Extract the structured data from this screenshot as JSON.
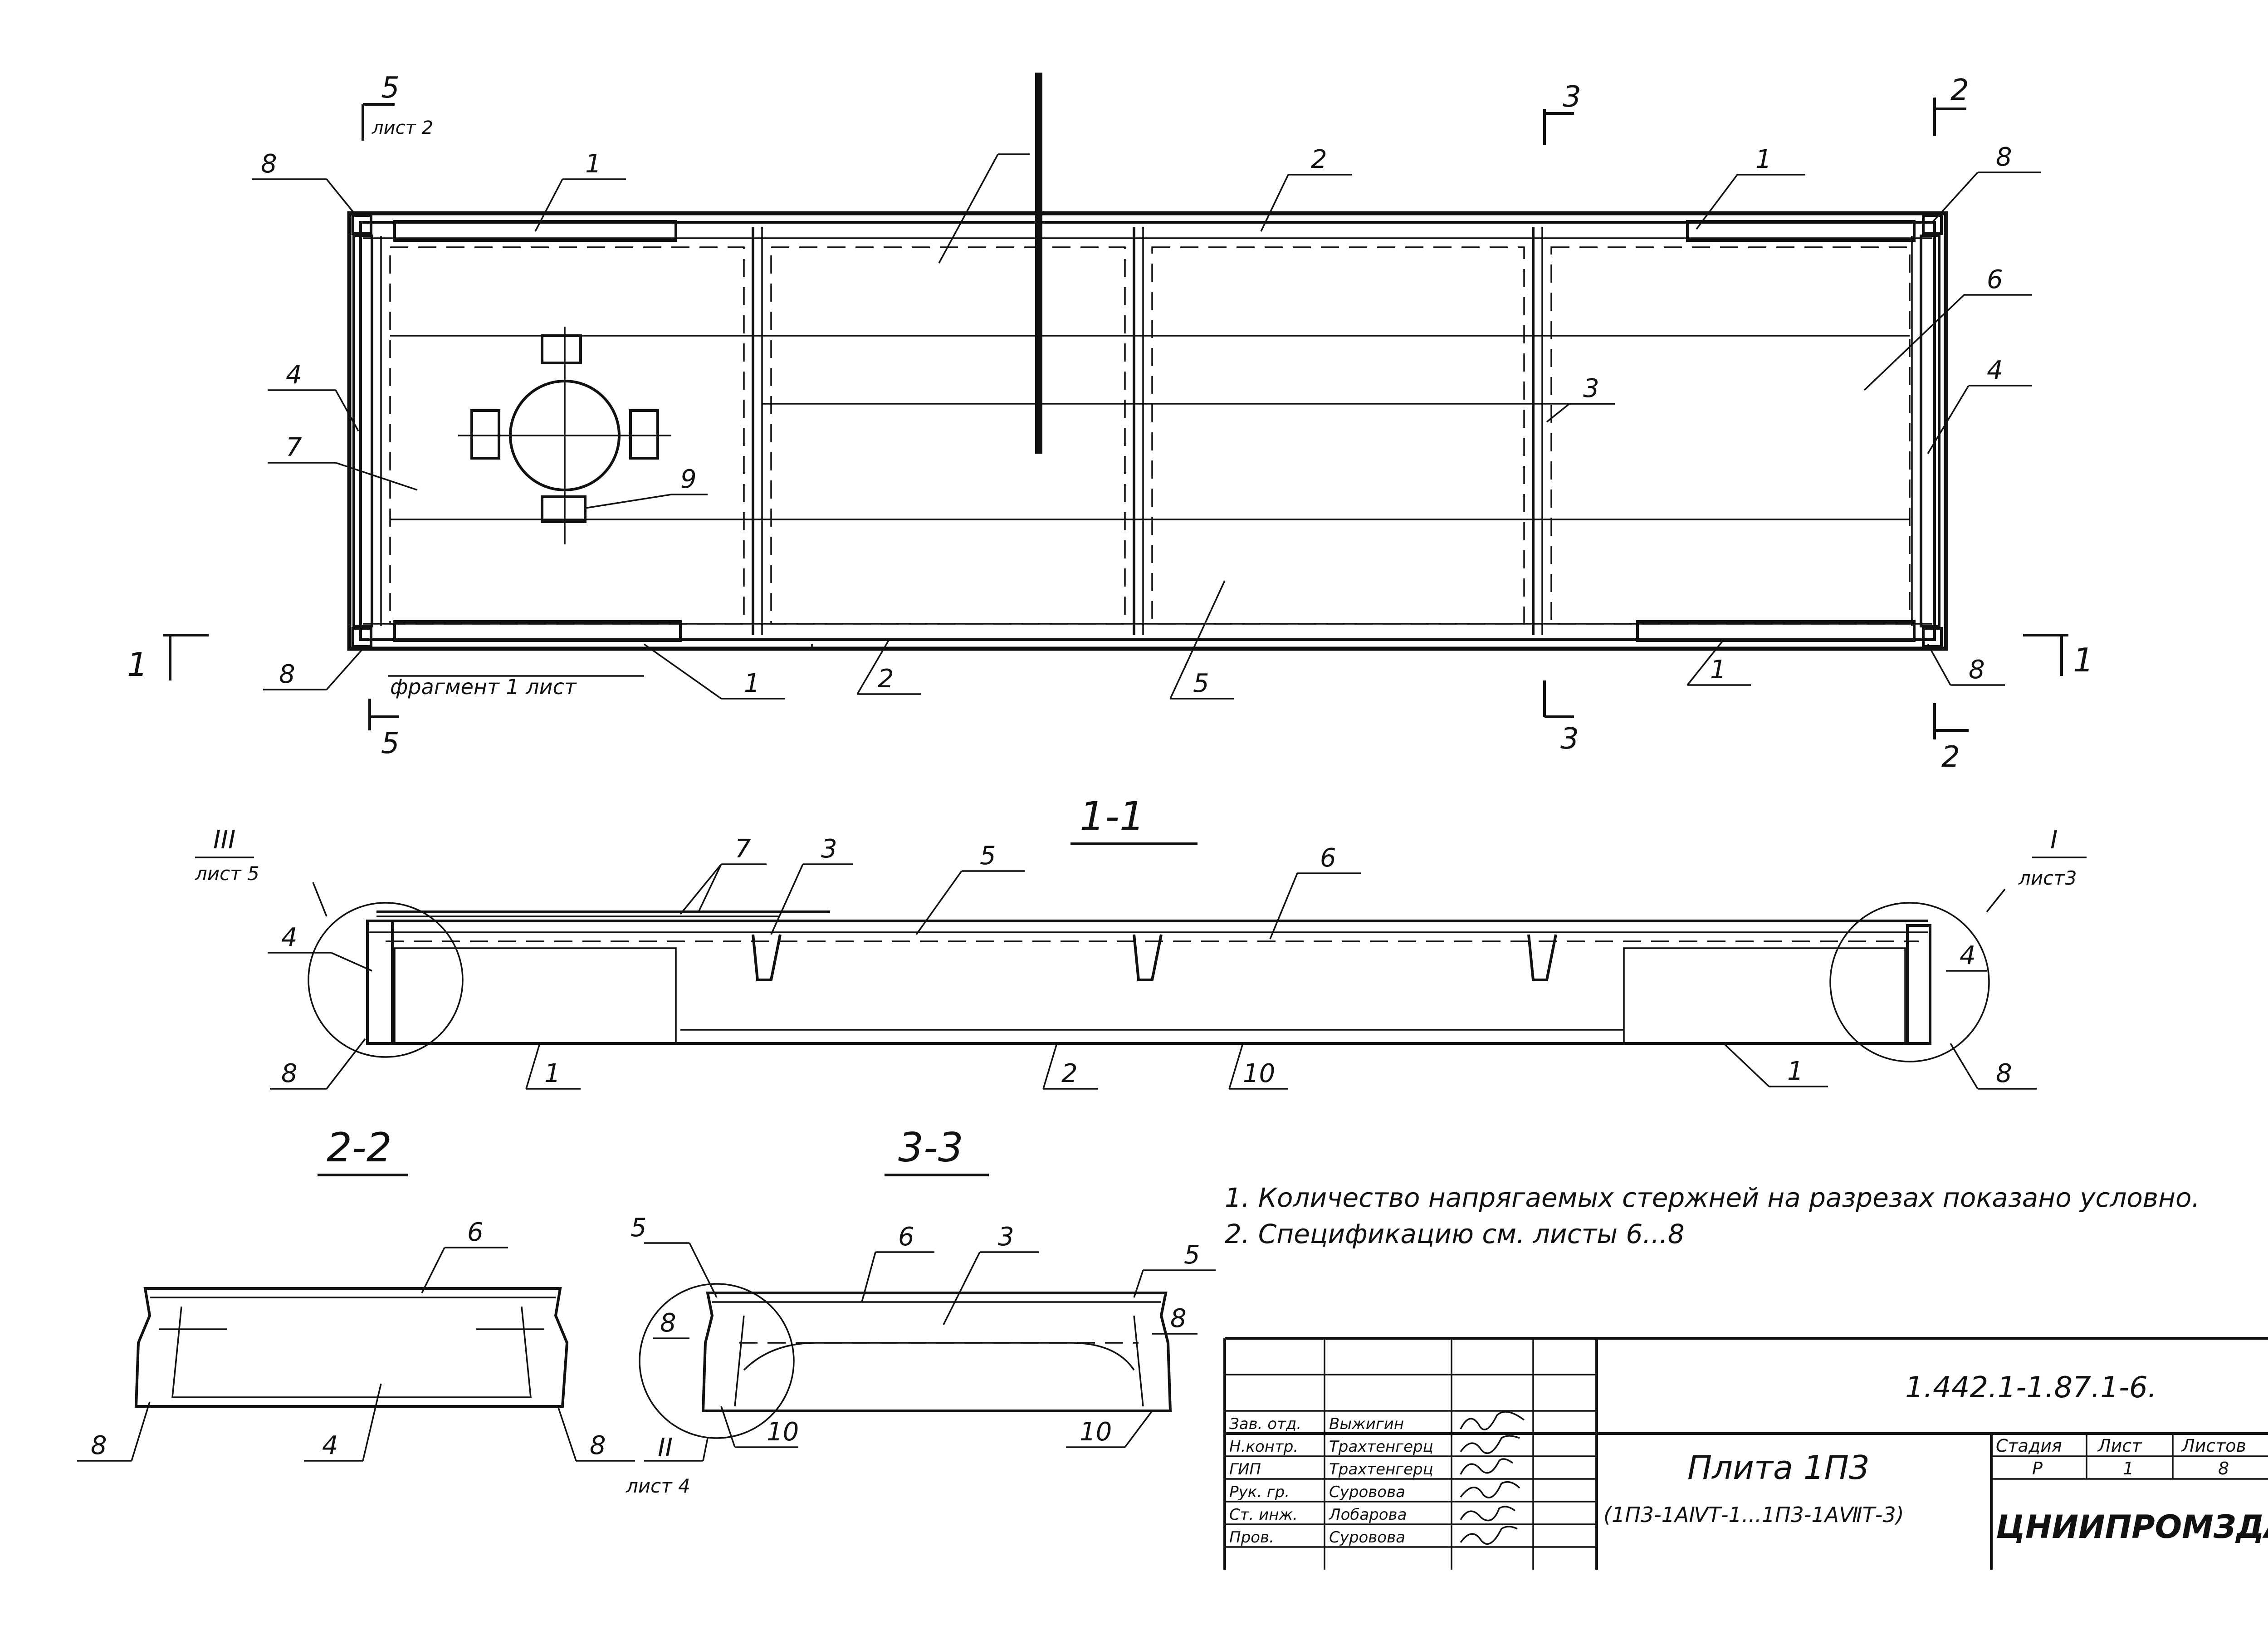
{
  "drawing": {
    "section_marks": {
      "s5": "5",
      "s5_sheet": "лист 2",
      "s3": "3",
      "s2": "2",
      "s1": "1"
    },
    "plan_callouts": [
      "8",
      "1",
      "2",
      "1",
      "8",
      "6",
      "4",
      "4",
      "7",
      "3",
      "9",
      "8",
      "1",
      "2",
      "5",
      "1",
      "8"
    ],
    "fragment_label": "фрагмент 1 лист",
    "section_titles": {
      "s11": "1-1",
      "s22": "2-2",
      "s33": "3-3"
    },
    "node_marks": {
      "n3": "III",
      "n3_sheet": "лист 5",
      "n1": "I",
      "n1_sheet": "лист3",
      "n2": "II",
      "n2_sheet": "лист 4"
    },
    "section11_callouts": [
      "7",
      "3",
      "5",
      "6",
      "4",
      "4",
      "8",
      "1",
      "2",
      "10",
      "1",
      "8"
    ],
    "section22_callouts": [
      "6",
      "8",
      "4",
      "8"
    ],
    "section33_callouts": [
      "5",
      "6",
      "3",
      "5",
      "8",
      "8",
      "10",
      "10"
    ]
  },
  "notes": [
    "1. Количество напрягаемых стержней на разрезах показано условно.",
    "2. Спецификацию см. листы 6...8"
  ],
  "title_block": {
    "doc_code": "1.442.1-1.87.1-6.",
    "title": "Плита 1П3",
    "subtitle": "(1П3-1АⅣТ-1...1П3-1АⅦТ-3)",
    "stage_header": "Стадия",
    "sheet_header": "Лист",
    "sheets_header": "Листов",
    "stage": "Р",
    "sheet": "1",
    "sheets": "8",
    "org": "ЦНИИПРОМЗДАНИЙ",
    "signatures": [
      {
        "role": "Зав. отд.",
        "name": "Выжигин"
      },
      {
        "role": "Н.контр.",
        "name": "Трахтенгерц"
      },
      {
        "role": "ГИП",
        "name": "Трахтенгерц"
      },
      {
        "role": "Рук. гр.",
        "name": "Суровова"
      },
      {
        "role": "Ст. инж.",
        "name": "Лобарова"
      },
      {
        "role": "Пров.",
        "name": "Суровова"
      }
    ]
  }
}
